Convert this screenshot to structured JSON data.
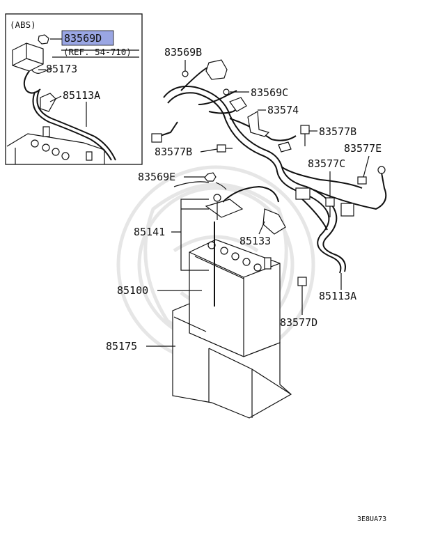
{
  "inset": {
    "title": "(ABS)",
    "highlighted_part": "83569D",
    "reference": "(REF. 54-710)",
    "labels": [
      "85173",
      "85113A"
    ]
  },
  "callouts": {
    "p83569B": "83569B",
    "p83569C": "83569C",
    "p83574": "83574",
    "p83577B_right": "83577B",
    "p83577B_left": "83577B",
    "p83577E": "83577E",
    "p83577C": "83577C",
    "p83569E": "83569E",
    "p85141": "85141",
    "p85133": "85133",
    "p85100": "85100",
    "p85113A": "85113A",
    "p83577D": "83577D",
    "p85175": "85175"
  },
  "footer_code": "3E8UA73",
  "colors": {
    "highlight": "#9aa6e3",
    "line": "#111111",
    "watermark": "#e6e6e6"
  }
}
